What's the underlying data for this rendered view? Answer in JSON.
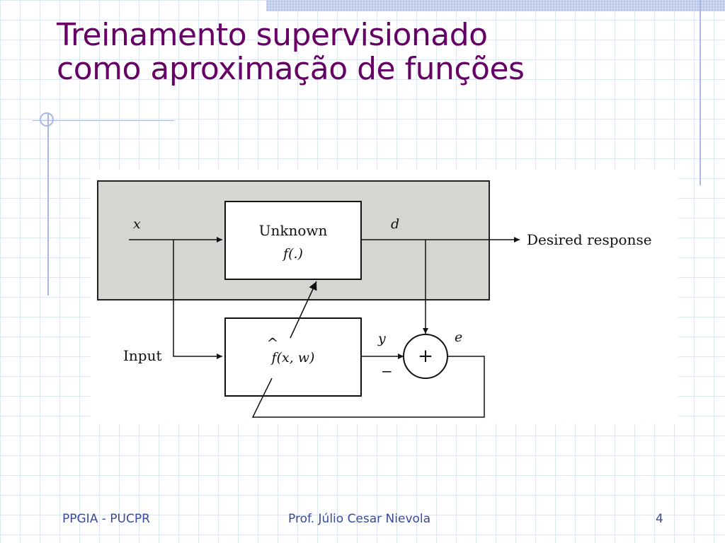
{
  "slide": {
    "title_lines": [
      "Treinamento supervisionado",
      "como aproximação de funções"
    ],
    "page_number": "4"
  },
  "diagram": {
    "label_x": "x",
    "label_d": "d",
    "unknown_line1": "Unknown",
    "unknown_line2": "f(.)",
    "desired_response": "Desired response",
    "input_label": "Input",
    "approx_label": "f(x, w)",
    "approx_hat": "^",
    "label_y": "y",
    "label_e": "e",
    "summer_plus": "+",
    "summer_minus": "−"
  },
  "footer": {
    "left": "PPGIA - PUCPR",
    "center": "Prof. Júlio Cesar Nievola",
    "right": "4"
  },
  "colors": {
    "title": "#660066",
    "footer": "#3a4a9a",
    "grid": "#dfe6f3",
    "accent_rule": "#a9b7e2",
    "diagram_shaded": "#d4d6d2"
  }
}
